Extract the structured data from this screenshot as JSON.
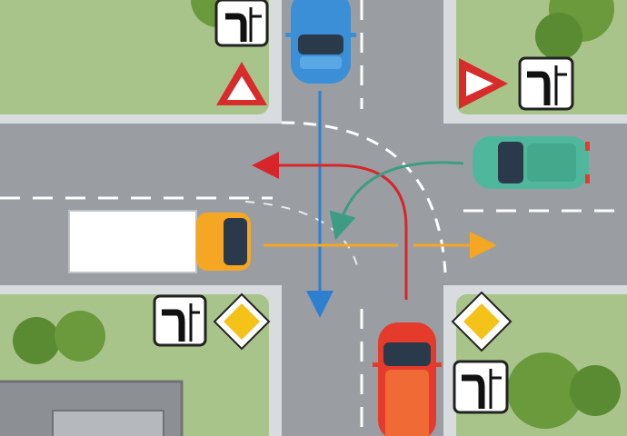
{
  "scene": {
    "kind": "traffic-intersection-illustration",
    "colors": {
      "grass": "#a9c48a",
      "sidewalk": "#d9dcdf",
      "road": "#9a9ea3",
      "lane_marking": "#ffffff",
      "tree": "#6a9a3c",
      "tree_dark": "#5a8a32",
      "building_roof": "#8c8f94"
    },
    "signs": [
      {
        "id": "sign-road-layout-top-left",
        "type": "priority-road-layout",
        "icon": "road-layout-icon"
      },
      {
        "id": "sign-yield-top-left",
        "type": "give-way",
        "icon": "yield-triangle-icon"
      },
      {
        "id": "sign-road-layout-top-right",
        "type": "priority-road-layout",
        "icon": "road-layout-icon"
      },
      {
        "id": "sign-yield-top-right",
        "type": "give-way",
        "icon": "yield-triangle-icon"
      },
      {
        "id": "sign-road-layout-bottom-left",
        "type": "priority-road-layout",
        "icon": "road-layout-icon"
      },
      {
        "id": "sign-priority-bottom-left",
        "type": "priority-road",
        "icon": "priority-diamond-icon"
      },
      {
        "id": "sign-priority-bottom-right",
        "type": "priority-road",
        "icon": "priority-diamond-icon"
      },
      {
        "id": "sign-road-layout-bottom-right",
        "type": "priority-road-layout",
        "icon": "road-layout-icon"
      }
    ],
    "vehicles": [
      {
        "id": "blue-car",
        "color": "#3a8fd6",
        "movement": "straight-south"
      },
      {
        "id": "teal-car",
        "color": "#4fb89c",
        "movement": "turn-left"
      },
      {
        "id": "orange-truck",
        "color": "#f5a623",
        "movement": "straight-east"
      },
      {
        "id": "red-car",
        "color": "#e53b2c",
        "movement": "turn-left"
      }
    ],
    "arrows": [
      {
        "id": "blue-path",
        "color": "#2f7fd0"
      },
      {
        "id": "teal-path",
        "color": "#3e9c84"
      },
      {
        "id": "orange-path",
        "color": "#f5a623"
      },
      {
        "id": "red-path",
        "color": "#d6262a"
      }
    ]
  }
}
